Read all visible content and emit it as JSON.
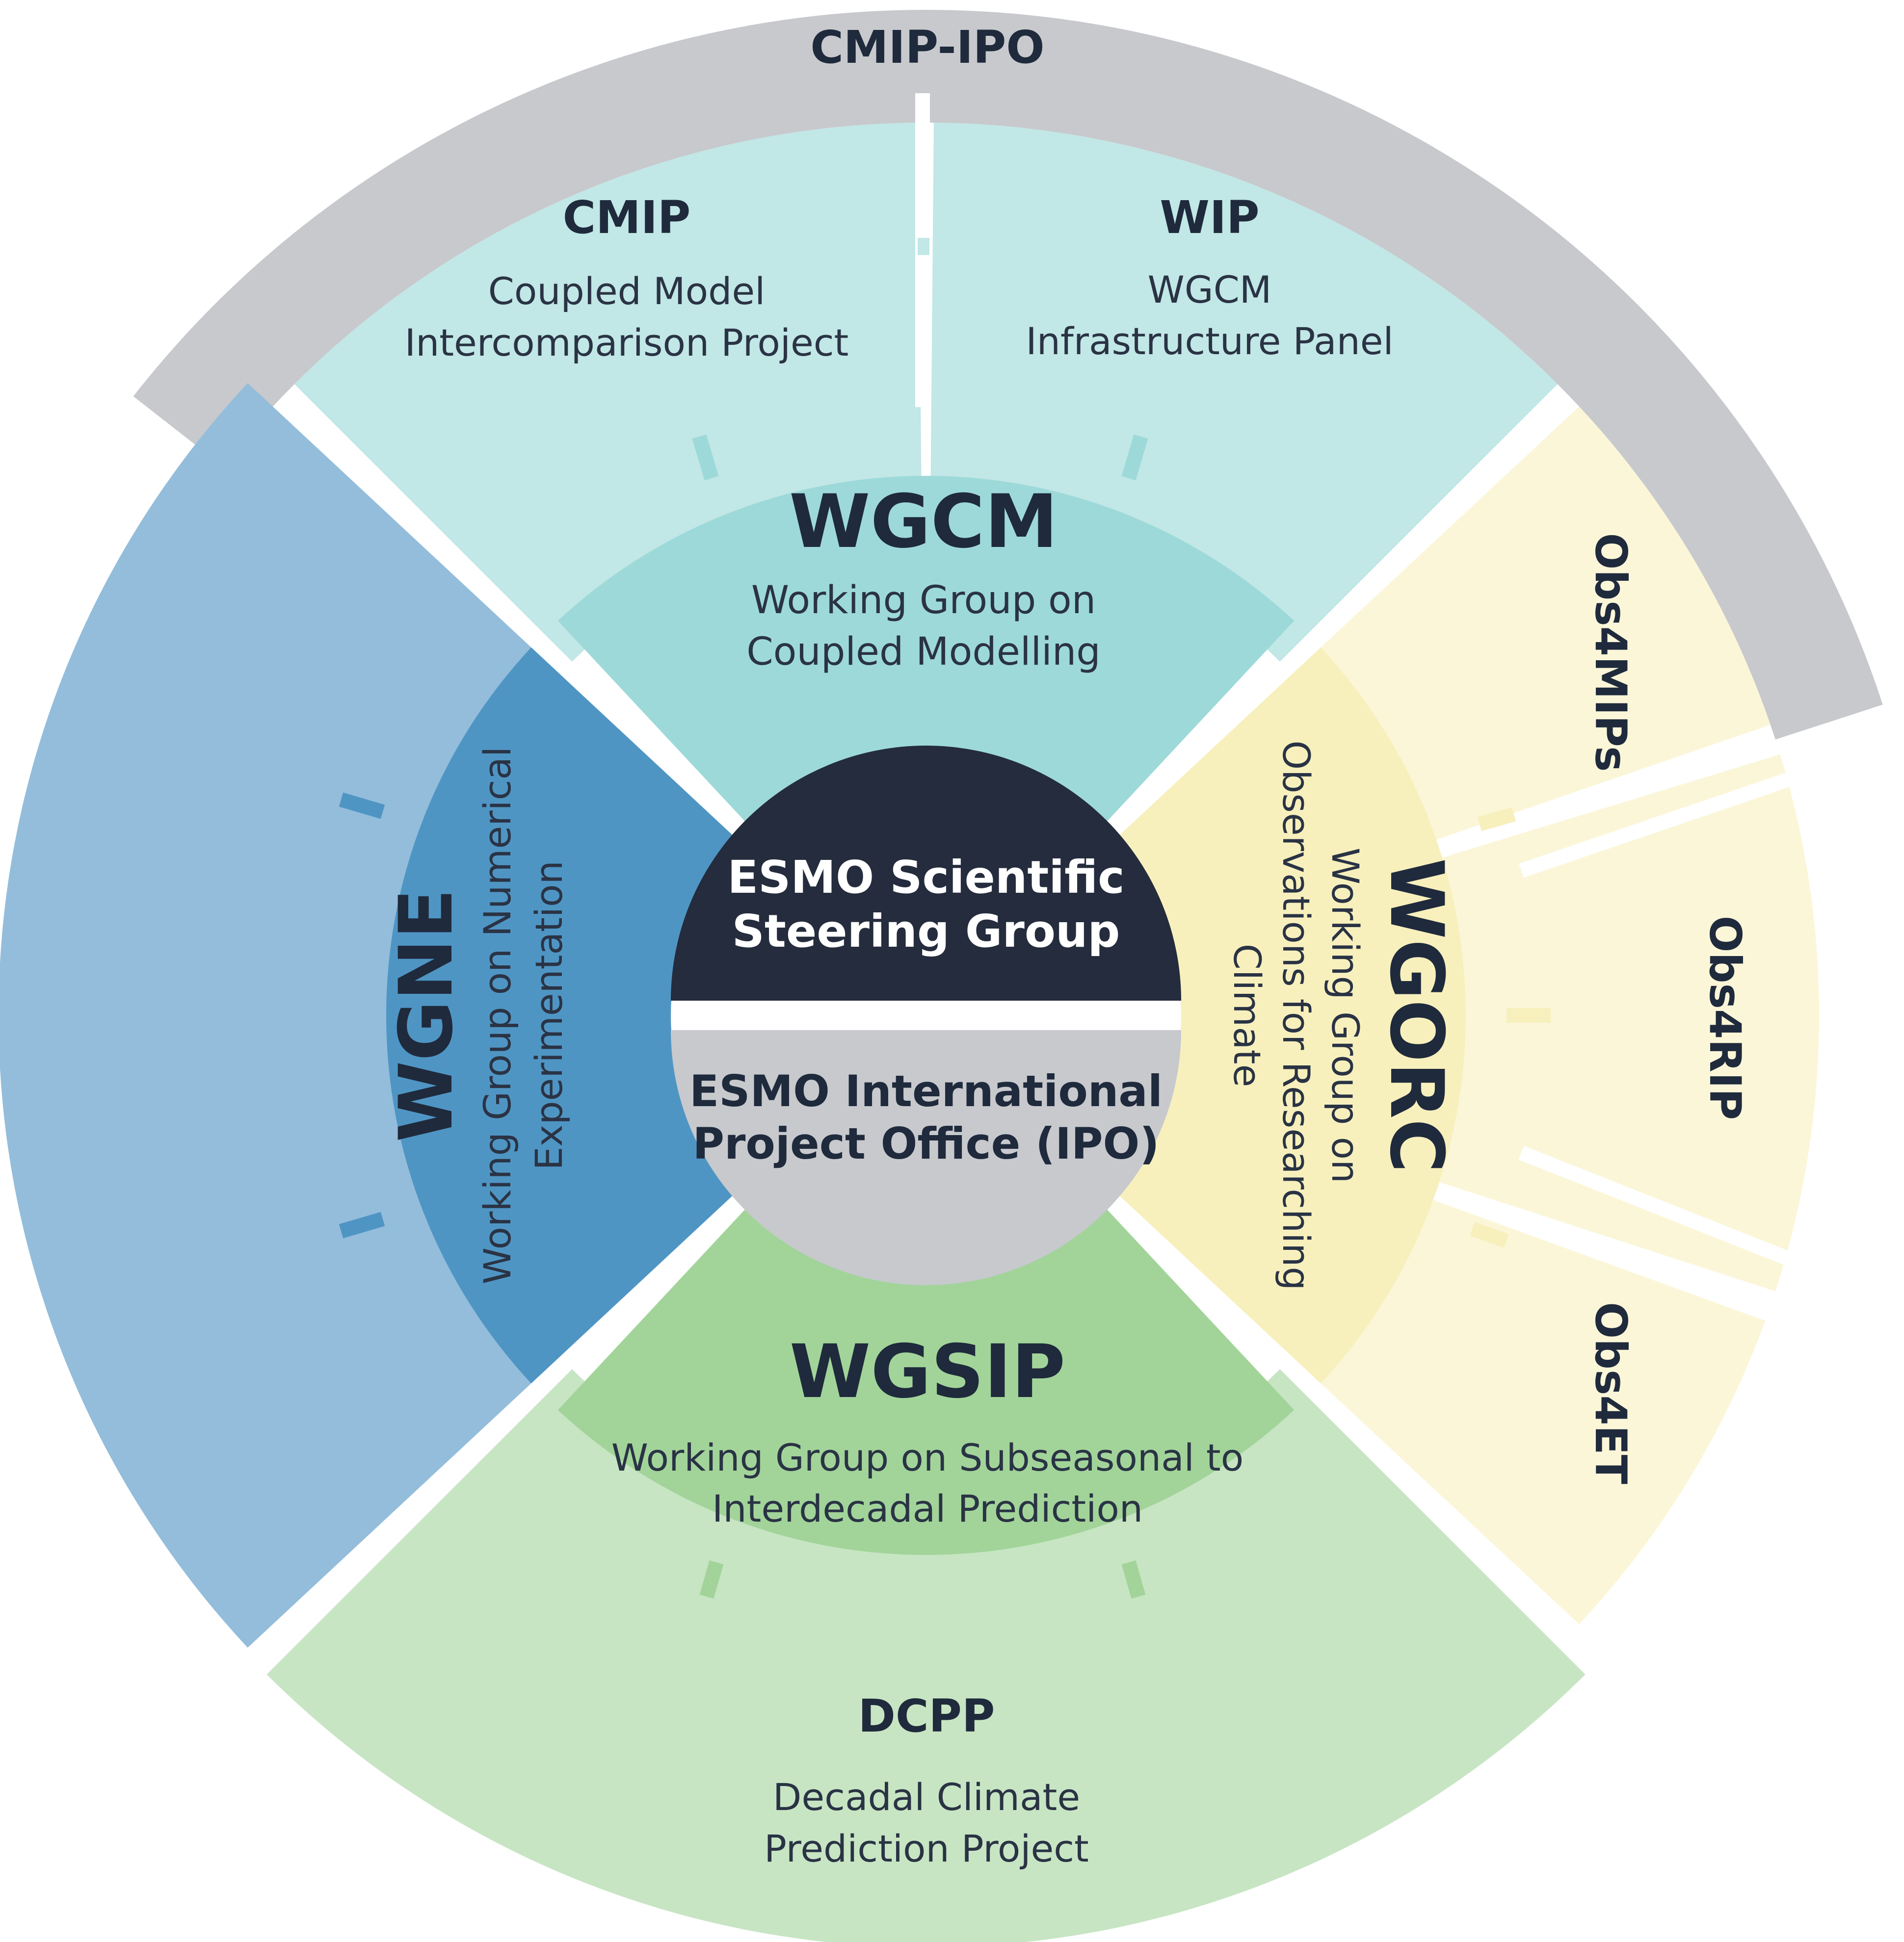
{
  "outer_band": {
    "label": "CMIP-IPO",
    "color": "#c7c9cd"
  },
  "center": {
    "top_line1": "ESMO Scientific",
    "top_line2": "Steering Group",
    "top_color": "#242c3d",
    "bottom_line1": "ESMO International",
    "bottom_line2": "Project Office (IPO)",
    "bottom_color": "#c7c9cd"
  },
  "inner": {
    "wgcm": {
      "title": "WGCM",
      "line1": "Working Group on",
      "line2": "Coupled Modelling",
      "color": "#9dd9d9"
    },
    "wgne": {
      "title": "WGNE",
      "line1": "Working Group on Numerical",
      "line2": "Experimentation",
      "color": "#4f95c4"
    },
    "wgorc": {
      "title": "WGORC",
      "line1": "Working Group on",
      "line2": "Observations for Researching",
      "line3": "Climate",
      "color": "#f7f0bd"
    },
    "wgsip": {
      "title": "WGSIP",
      "line1": "Working Group on Subseasonal to",
      "line2": "Interdecadal Prediction",
      "color": "#a2d49a"
    }
  },
  "outer": {
    "cmip": {
      "title": "CMIP",
      "line1": "Coupled Model",
      "line2": "Intercomparison Project",
      "color": "#c1e7e6"
    },
    "wip": {
      "title": "WIP",
      "line1": "WGCM",
      "line2": "Infrastructure Panel",
      "color": "#c1e7e6"
    },
    "wgne_outer": {
      "color": "#93bddb"
    },
    "obs4mips": {
      "title": "Obs4MIPs",
      "color": "#fbf6d8"
    },
    "obs4rip": {
      "title": "Obs4RIP",
      "color": "#fbf6d8"
    },
    "obs4et": {
      "title": "Obs4ET",
      "color": "#fbf6d8"
    },
    "dcpp": {
      "title": "DCPP",
      "line1": "Decadal Climate",
      "line2": "Prediction Project",
      "color": "#c7e5c3"
    }
  }
}
